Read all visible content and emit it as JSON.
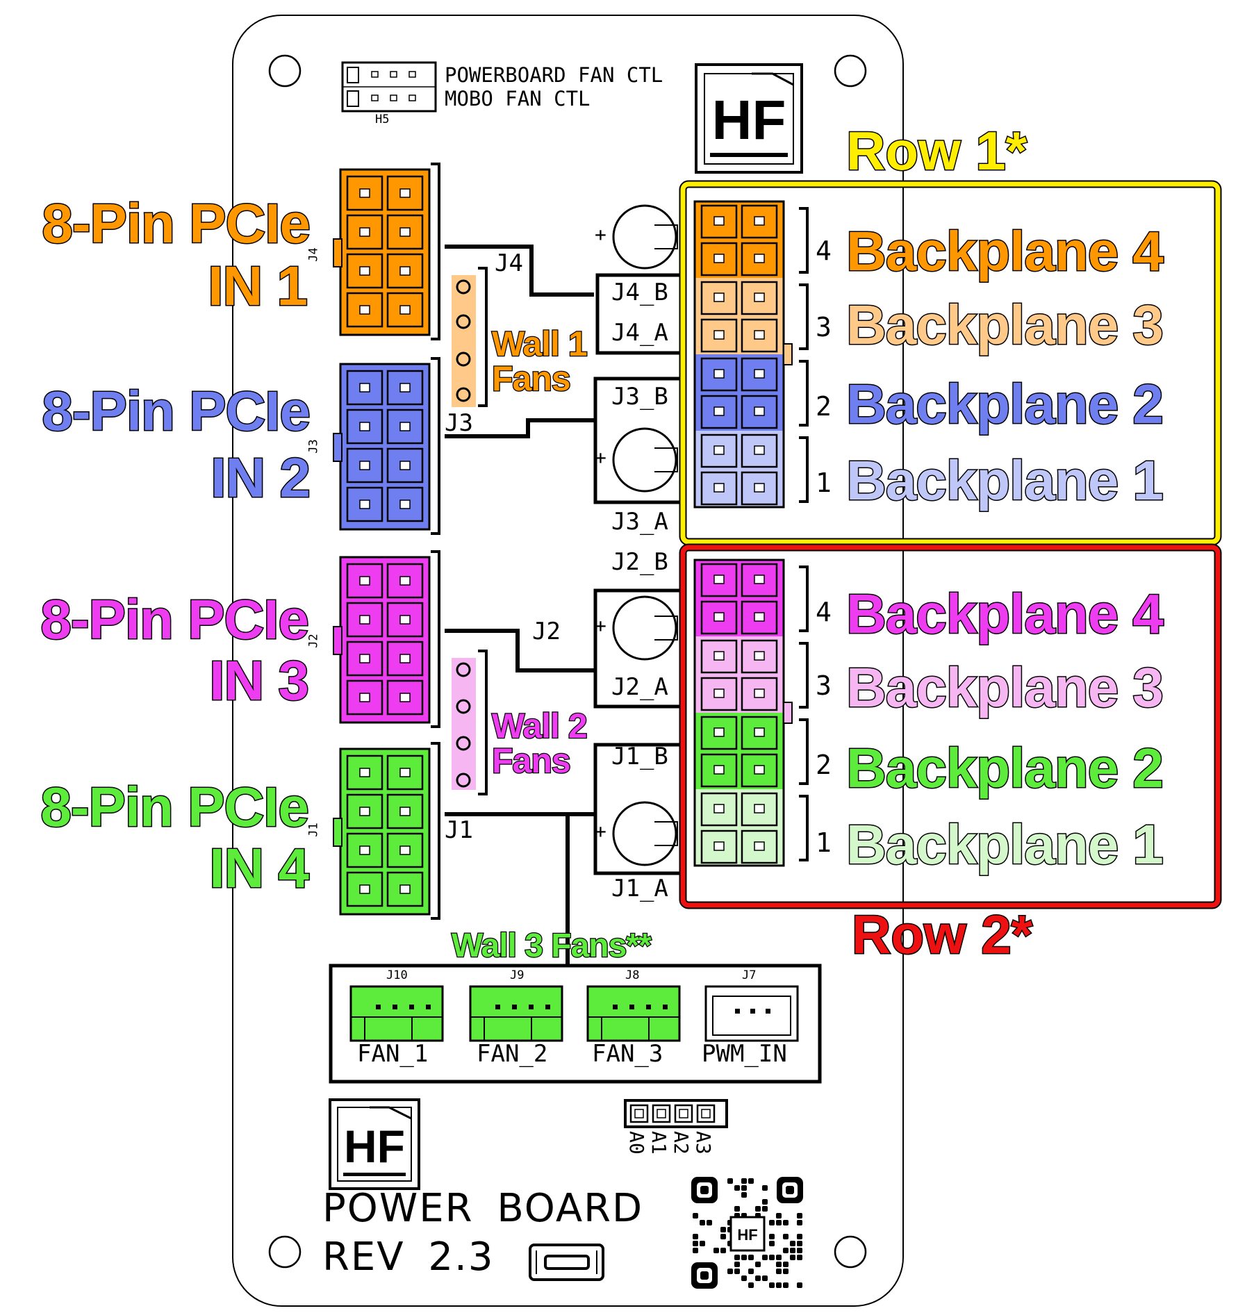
{
  "colors": {
    "orange": "#ff9700",
    "orange_light": "#ffc98a",
    "blue": "#6f7ff0",
    "blue_light": "#bfc6f8",
    "magenta": "#ee3cf0",
    "magenta_light": "#f6b6f2",
    "green": "#5eec3c",
    "green_light": "#d5f7cc",
    "row1": "#ffee00",
    "row2": "#ee1111"
  },
  "inputs": [
    {
      "line1": "8-Pin PCIe",
      "line2": "IN 1",
      "color": "orange",
      "ref": "J4"
    },
    {
      "line1": "8-Pin PCIe",
      "line2": "IN 2",
      "color": "blue",
      "ref": "J3"
    },
    {
      "line1": "8-Pin PCIe",
      "line2": "IN 3",
      "color": "magenta",
      "ref": "J2"
    },
    {
      "line1": "8-Pin PCIe",
      "line2": "IN 4",
      "color": "green",
      "ref": "J1"
    }
  ],
  "rows": [
    {
      "label": "Row 1*",
      "backplanes": [
        {
          "num": "4",
          "label": "Backplane 4",
          "color": "orange"
        },
        {
          "num": "3",
          "label": "Backplane 3",
          "color": "orange_light"
        },
        {
          "num": "2",
          "label": "Backplane 2",
          "color": "blue"
        },
        {
          "num": "1",
          "label": "Backplane 1",
          "color": "blue_light"
        }
      ]
    },
    {
      "label": "Row 2*",
      "backplanes": [
        {
          "num": "4",
          "label": "Backplane 4",
          "color": "magenta"
        },
        {
          "num": "3",
          "label": "Backplane 3",
          "color": "magenta_light"
        },
        {
          "num": "2",
          "label": "Backplane 2",
          "color": "green"
        },
        {
          "num": "1",
          "label": "Backplane 1",
          "color": "green_light"
        }
      ]
    }
  ],
  "wall_fans": [
    {
      "line1": "Wall 1",
      "line2": "Fans",
      "color": "orange"
    },
    {
      "line1": "Wall 2",
      "line2": "Fans",
      "color": "magenta"
    },
    {
      "line1": "Wall 3 Fans**",
      "color": "green"
    }
  ],
  "silkscreen": {
    "h5_line1": "POWERBOARD FAN CTL",
    "h5_line2": "MOBO FAN CTL",
    "h5_ref": "H5",
    "j4": "J4",
    "j3": "J3",
    "j2": "J2",
    "j1": "J1",
    "j4_b": "J4_B",
    "j4_a": "J4_A",
    "j3_b": "J3_B",
    "j3_a": "J3_A",
    "j2_b": "J2_B",
    "j2_a": "J2_A",
    "j1_b": "J1_B",
    "j1_a": "J1_A",
    "fan_headers": [
      {
        "ref": "J10",
        "label": "FAN_1"
      },
      {
        "ref": "J9",
        "label": "FAN_2"
      },
      {
        "ref": "J8",
        "label": "FAN_3"
      },
      {
        "ref": "J7",
        "label": "PWM_IN"
      }
    ],
    "addr": [
      "A0",
      "A1",
      "A2",
      "A3"
    ],
    "board_line1": "POWER BOARD",
    "board_line2": "REV 2.3",
    "logo": "HF",
    "plus": "+"
  }
}
